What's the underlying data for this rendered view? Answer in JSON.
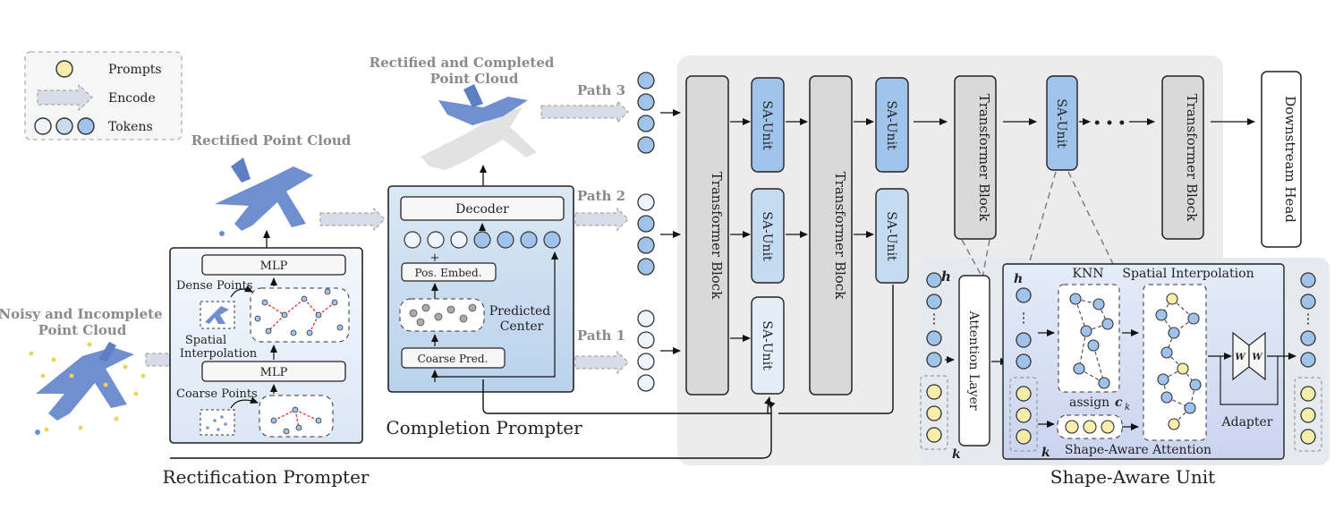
{
  "legend": {
    "prompts": "Prompts",
    "encode": "Encode",
    "tokens": "Tokens"
  },
  "input_label": [
    "Noisy and Incomplete",
    "Point Cloud"
  ],
  "rectified_label": "Rectified Point Cloud",
  "completed_label": [
    "Rectified and Completed",
    "Point Cloud"
  ],
  "rectification": {
    "title": "Rectification Prompter",
    "mlp_top": "MLP",
    "mlp_bottom": "MLP",
    "dense_points": "Dense Points",
    "spatial": "Spatial",
    "interpolation": "Interpolation",
    "coarse_points": "Coarse Points"
  },
  "completion": {
    "title": "Completion Prompter",
    "decoder": "Decoder",
    "plus": "+",
    "pos_embed": "Pos. Embed.",
    "predicted": "Predicted",
    "center": "Center",
    "coarse_pred": "Coarse Pred."
  },
  "paths": {
    "p3": "Path 3",
    "p2": "Path 2",
    "p1": "Path 1"
  },
  "backbone": {
    "transformer": "Transformer Block",
    "sa_unit": "SA-Unit",
    "ellipsis": "• • •",
    "head": "Downstream Head"
  },
  "sau": {
    "title": "Shape-Aware Unit",
    "h": "h",
    "k": "k",
    "attention": "Attention Layer",
    "knn": "KNN",
    "spatial_interp": "Spatial Interpolation",
    "assign": "assign",
    "ck": "c",
    "ck_sub": "k",
    "shape_attn": "Shape-Aware Attention",
    "w1": "W",
    "w2": "W",
    "adapter": "Adapter",
    "dots": "⋮"
  },
  "colors": {
    "prompt": "#f6eeaa",
    "token_blue": "#9fc3ea",
    "token_white": "#eef4fb",
    "gray_block": "#d9d9d9",
    "panel": "#ededed"
  }
}
